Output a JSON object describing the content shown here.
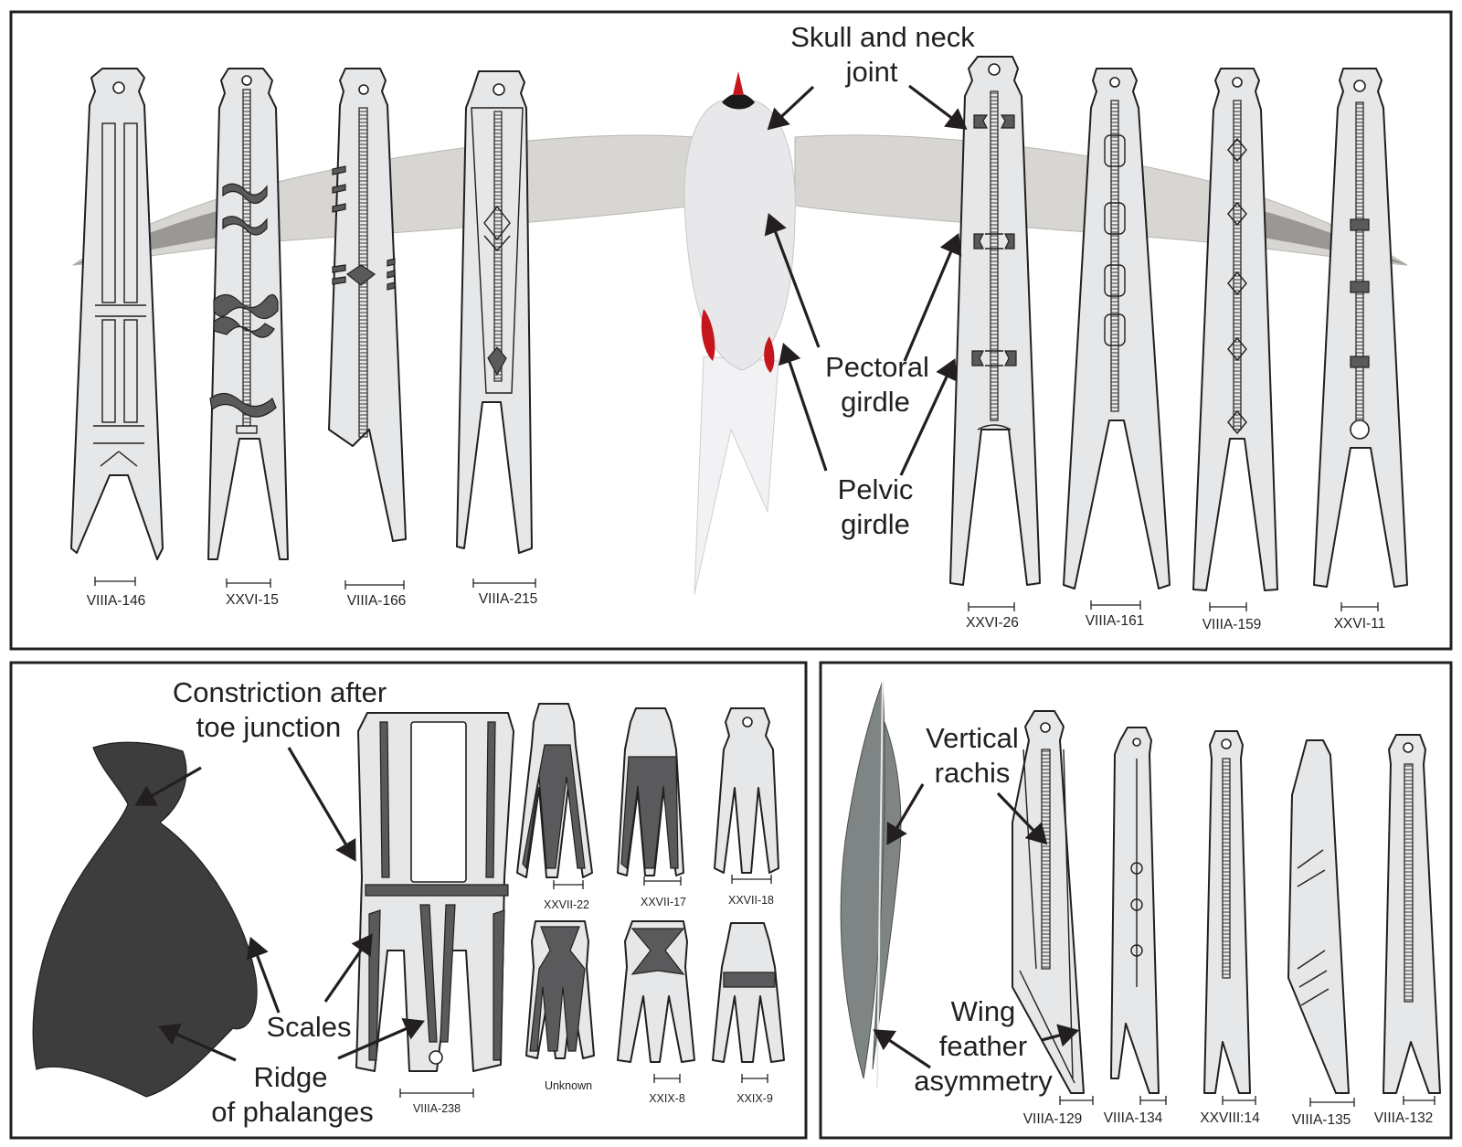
{
  "top_panel": {
    "labels": {
      "skull_neck": [
        "Skull and neck",
        "joint"
      ],
      "pectoral": [
        "Pectoral",
        "girdle"
      ],
      "pelvic": [
        "Pelvic",
        "girdle"
      ]
    },
    "artifact_ids": [
      "VIIIA-146",
      "XXVI-15",
      "VIIIA-166",
      "VIIIA-215",
      "XXVI-26",
      "VIIIA-161",
      "VIIIA-159",
      "XXVI-11"
    ]
  },
  "bottom_left_panel": {
    "labels": {
      "constriction": [
        "Constriction after",
        "toe junction"
      ],
      "scales": "Scales",
      "ridge": [
        "Ridge",
        "of phalanges"
      ]
    },
    "main_id": "VIIIA-238",
    "small_ids": [
      "XXVII-22",
      "XXVII-17",
      "XXVII-18",
      "Unknown",
      "XXIX-8",
      "XXIX-9"
    ]
  },
  "bottom_right_panel": {
    "labels": {
      "rachis": [
        "Vertical",
        "rachis"
      ],
      "asymmetry": [
        "Wing",
        "feather",
        "asymmetry"
      ]
    },
    "artifact_ids": [
      "VIIIA-129",
      "VIIIA-134",
      "XXVIII:14",
      "VIIIA-135",
      "VIIIA-132"
    ]
  },
  "colors": {
    "line": "#231f20",
    "artifact_fill": "#e6e7e8",
    "dark_fill": "#5a5a5c",
    "bird_red": "#c4161c"
  }
}
